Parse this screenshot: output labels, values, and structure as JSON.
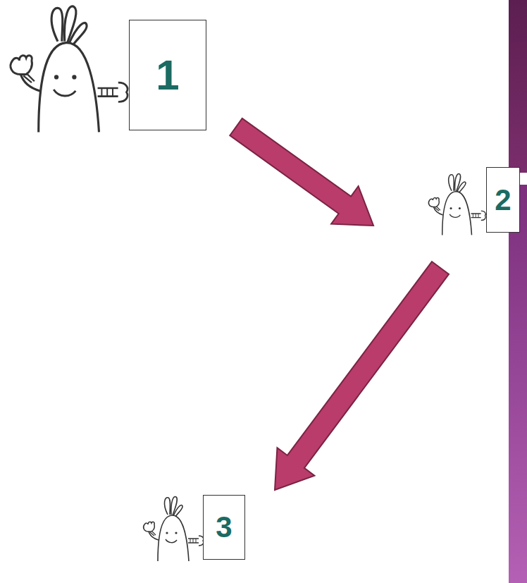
{
  "diagram": {
    "nodes": [
      {
        "text": [
          "1"
        ]
      },
      {
        "text": [
          "2"
        ]
      },
      {
        "text": [
          "3"
        ]
      }
    ],
    "edges": [
      {
        "from": 0,
        "to": 1,
        "arrow": "to"
      },
      {
        "from": 1,
        "to": 2,
        "arrow": "to"
      }
    ]
  }
}
